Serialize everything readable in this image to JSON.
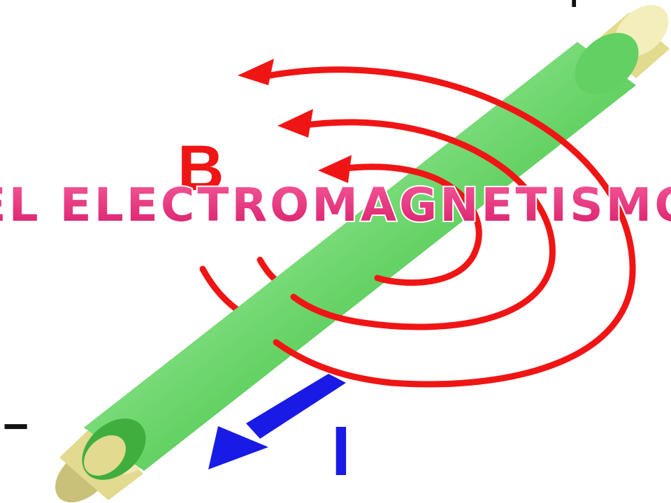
{
  "slide": {
    "title": "EL ELECTROMAGNETISMO"
  },
  "diagram": {
    "field_label": "B",
    "current_label": "I",
    "terminal_positive": "+",
    "terminal_negative": "−",
    "colors": {
      "wire_insulation": "#4ec24e",
      "wire_insulation_light": "#8be38b",
      "conductor": "#e2da8e",
      "field_lines": "#f01515",
      "current_arrow": "#1a1ae6",
      "title_fill": "#e8307a",
      "title_outline": "#ffffff",
      "terminal_marks": "#111111"
    }
  }
}
